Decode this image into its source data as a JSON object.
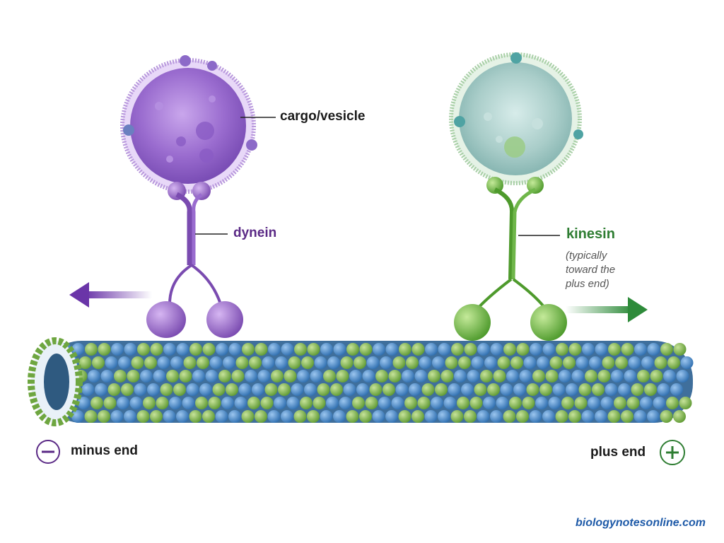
{
  "labels": {
    "cargo": "cargo/vesicle",
    "dynein": "dynein",
    "kinesin": "kinesin",
    "kinesin_note": [
      "(typically",
      "toward the",
      "plus end)"
    ],
    "minus_end": "minus end",
    "plus_end": "plus end"
  },
  "watermark": "biologynotesonline.com",
  "colors": {
    "dynein": "#7b4fb0",
    "kinesin": "#4f9a3a",
    "tubulin_blue": "#4a88c8",
    "tubulin_green": "#7fb24a",
    "watermark": "#1e5aa8"
  },
  "icons": {
    "minus": "minus-circle-icon",
    "plus": "plus-circle-icon"
  }
}
